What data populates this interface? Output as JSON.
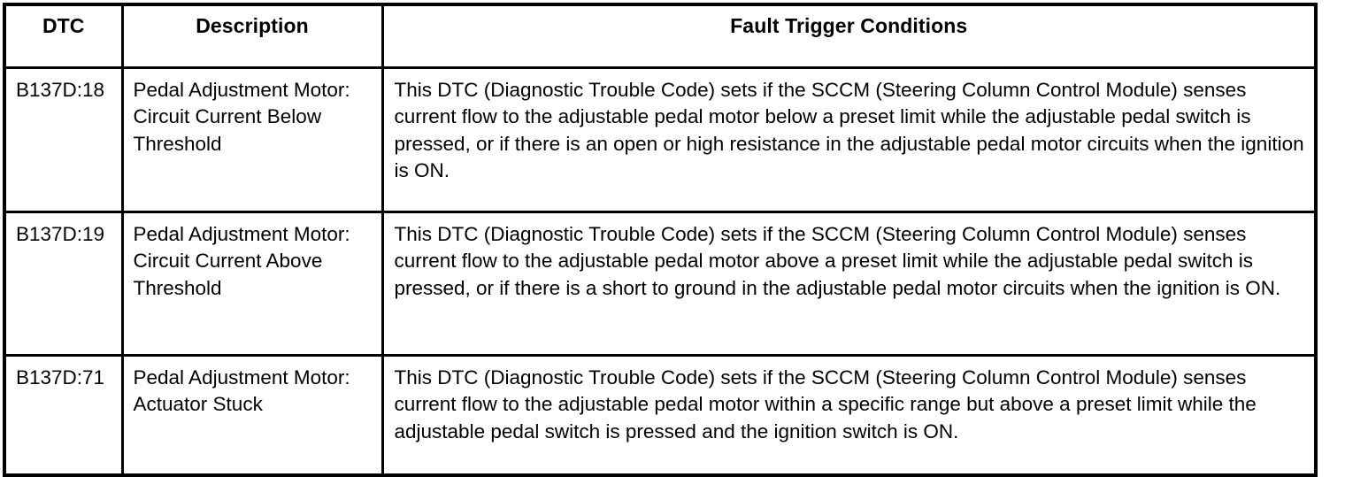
{
  "table": {
    "columns": [
      {
        "key": "dtc",
        "label": "DTC",
        "align": "center"
      },
      {
        "key": "description",
        "label": "Description",
        "align": "center"
      },
      {
        "key": "conditions",
        "label": "Fault Trigger Conditions",
        "align": "center"
      }
    ],
    "rows": [
      {
        "dtc": "B137D:18",
        "description": "Pedal Adjustment Motor: Circuit Current Below Threshold",
        "conditions": "This DTC (Diagnostic Trouble Code) sets if the SCCM (Steering Column Control Module) senses current flow to the adjustable pedal motor below a preset limit while the adjustable pedal switch is pressed, or if there is an open or high resistance in the adjustable pedal motor circuits when the ignition is ON."
      },
      {
        "dtc": "B137D:19",
        "description": "Pedal Adjustment Motor: Circuit Current Above Threshold",
        "conditions": "This DTC (Diagnostic Trouble Code) sets if the SCCM (Steering Column Control Module) senses current flow to the adjustable pedal motor above a preset limit while the adjustable pedal switch is pressed, or if there is a short to ground in the adjustable pedal motor circuits when the ignition is ON."
      },
      {
        "dtc": "B137D:71",
        "description": "Pedal Adjustment Motor: Actuator Stuck",
        "conditions": "This DTC (Diagnostic Trouble Code) sets if the SCCM (Steering Column Control Module) senses current flow to the adjustable pedal motor within a specific range but above a preset limit while the adjustable pedal switch is pressed and the ignition switch is ON."
      }
    ]
  },
  "colors": {
    "border": "#000000",
    "text": "#000000",
    "background": "#ffffff"
  }
}
